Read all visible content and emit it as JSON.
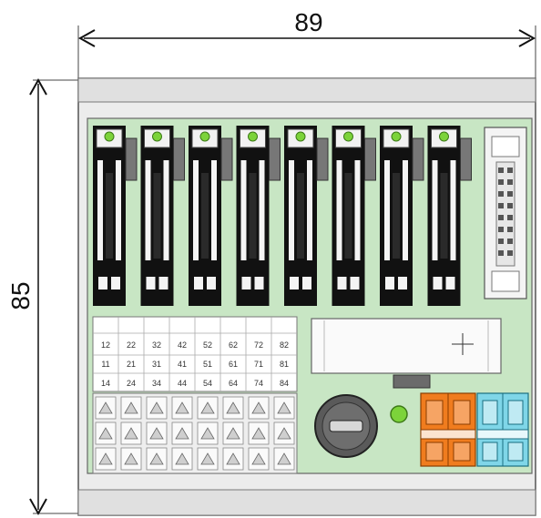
{
  "dimensions": {
    "width_label": "89",
    "height_label": "85"
  },
  "relay_channels": 8,
  "terminal_labels": {
    "row1": [
      "12",
      "22",
      "32",
      "42",
      "52",
      "62",
      "72",
      "82"
    ],
    "row2": [
      "11",
      "21",
      "31",
      "41",
      "51",
      "61",
      "71",
      "81"
    ],
    "row3": [
      "14",
      "24",
      "34",
      "44",
      "54",
      "64",
      "74",
      "84"
    ]
  },
  "colors": {
    "board": "#c8e6c4",
    "rail": "#e2e2e2",
    "relay": "#111111",
    "led": "#7cd33a",
    "connector_orange": "#f07c1e",
    "connector_cyan": "#7fd6e8",
    "fuse_holder": "#5a5a5a"
  }
}
